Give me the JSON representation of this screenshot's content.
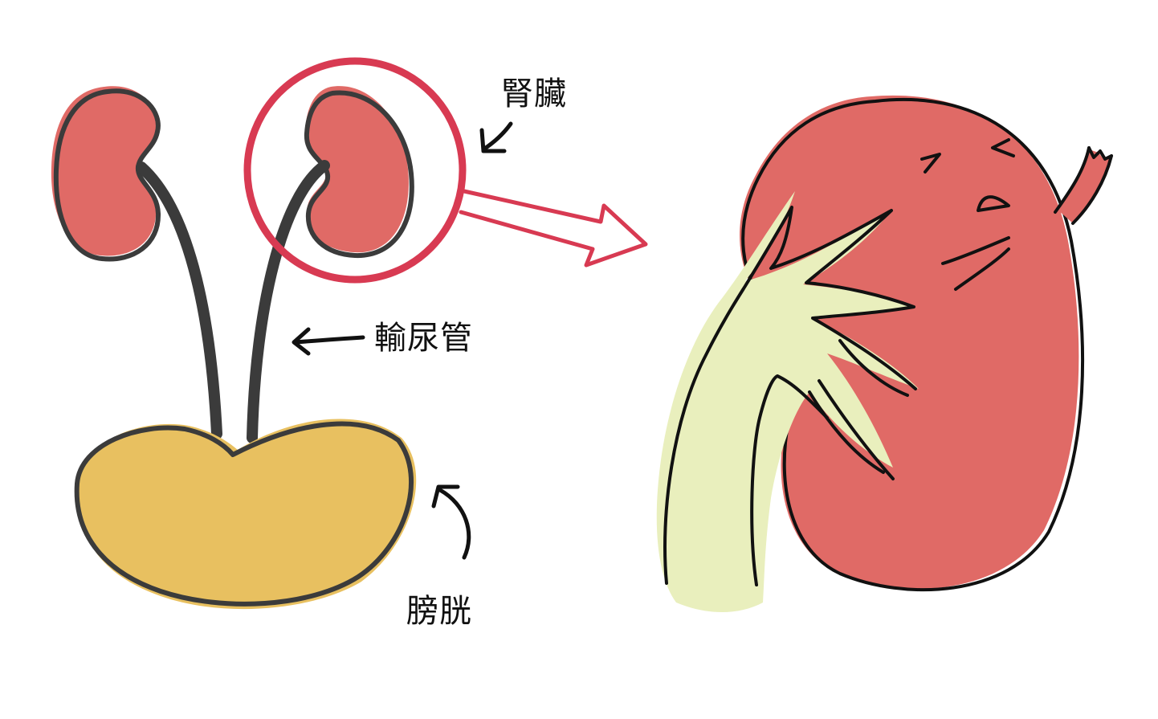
{
  "labels": {
    "kidney": "腎臟",
    "ureter": "輸尿管",
    "bladder": "膀胱"
  },
  "colors": {
    "kidney_fill": "#e06a66",
    "bladder_fill": "#e8c060",
    "pelvis_fill": "#e9efbd",
    "highlight": "#d83a52",
    "outline": "#3b3b3b",
    "ink": "#111111"
  }
}
